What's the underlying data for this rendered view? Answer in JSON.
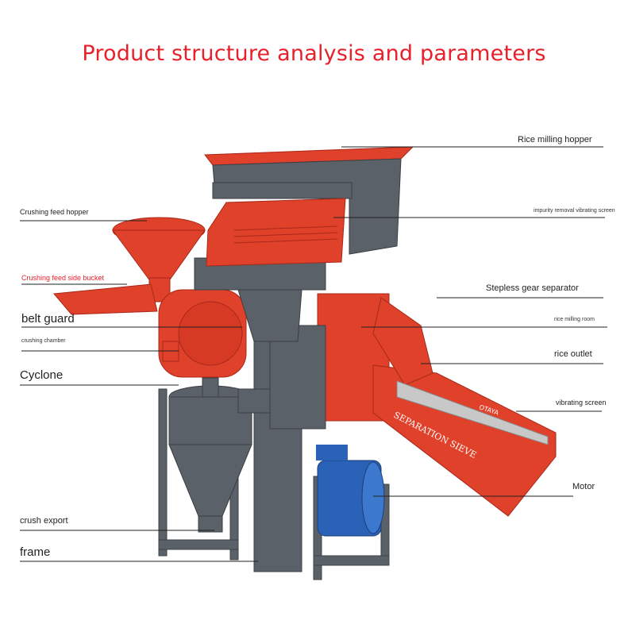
{
  "title": "Product structure analysis and parameters",
  "colors": {
    "title": "#e8202a",
    "machine_red": "#e0412a",
    "machine_gray": "#5b6168",
    "motor_blue": "#2a62b8"
  },
  "labels": {
    "rice_milling_hopper": "Rice milling hopper",
    "impurity_screen": "impurity removal vibrating screen",
    "crushing_feed_hopper": "Crushing feed hopper",
    "crushing_feed_side_bucket": "Crushing feed side bucket",
    "stepless_gear_separator": "Stepless gear separator",
    "belt_guard": "belt guard",
    "rice_milling_room": "rice milling room",
    "crushing_chamber": "crushing chamber",
    "rice_outlet": "rice outlet",
    "cyclone": "Cyclone",
    "vibrating_screen": "vibrating screen",
    "motor": "Motor",
    "crush_export": "crush export",
    "frame": "frame"
  },
  "machine_text": {
    "sieve": "SEPARATION SIEVE",
    "brand": "OTAYA"
  }
}
